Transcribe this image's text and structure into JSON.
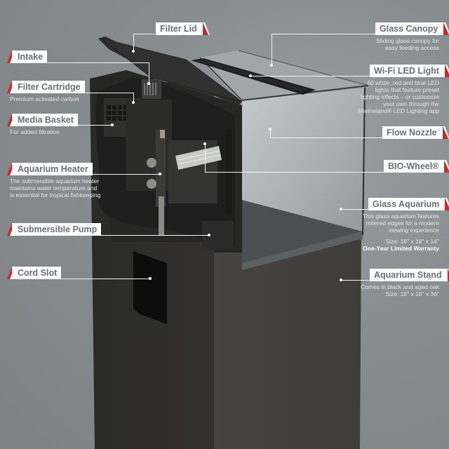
{
  "colors": {
    "background": "#878c8f",
    "accent_red": "#d0262a",
    "label_bg": "#ffffff",
    "label_text": "#6b6f72",
    "stand_dark": "#2e2e2c",
    "stand_light": "#434140"
  },
  "callouts_left": [
    {
      "label": "Filter Lid",
      "description": ""
    },
    {
      "label": "Intake",
      "description": ""
    },
    {
      "label": "Filter Cartridge",
      "description": "Premium activated carbon"
    },
    {
      "label": "Media Basket",
      "description": "For added filtration"
    },
    {
      "label": "Aquarium Heater",
      "description_lines": [
        "The submersible aquarium heater",
        "maintains water temperature and",
        "is essential for tropical fishkeeping"
      ]
    },
    {
      "label": "Submersible Pump",
      "description": ""
    },
    {
      "label": "Cord Slot",
      "description": ""
    }
  ],
  "callouts_right": [
    {
      "label": "Glass Canopy",
      "description_lines": [
        "Sliding glass canopy for",
        "easy feeding access"
      ]
    },
    {
      "label": "Wi-Fi LED Light",
      "description_lines": [
        "60 white, red and blue LED",
        "lights that feature preset",
        "lighting effects – or customize",
        "your own through the",
        "Marineland® LED Lighting app"
      ]
    },
    {
      "label": "Flow Nozzle",
      "description": ""
    },
    {
      "label": "BIO-Wheel®",
      "description": ""
    },
    {
      "label": "Glass Aquarium",
      "description_lines": [
        "This glass aquarium features",
        "mitered edges for a modern",
        "viewing experience"
      ],
      "size": "Size: 18\" x 18\" x 14\"",
      "warranty": "One-Year Limited Warranty"
    },
    {
      "label": "Aquarium Stand",
      "description_lines": [
        "Comes in black and aged oak",
        "Size: 18\" x 18\" x 36\""
      ]
    }
  ]
}
